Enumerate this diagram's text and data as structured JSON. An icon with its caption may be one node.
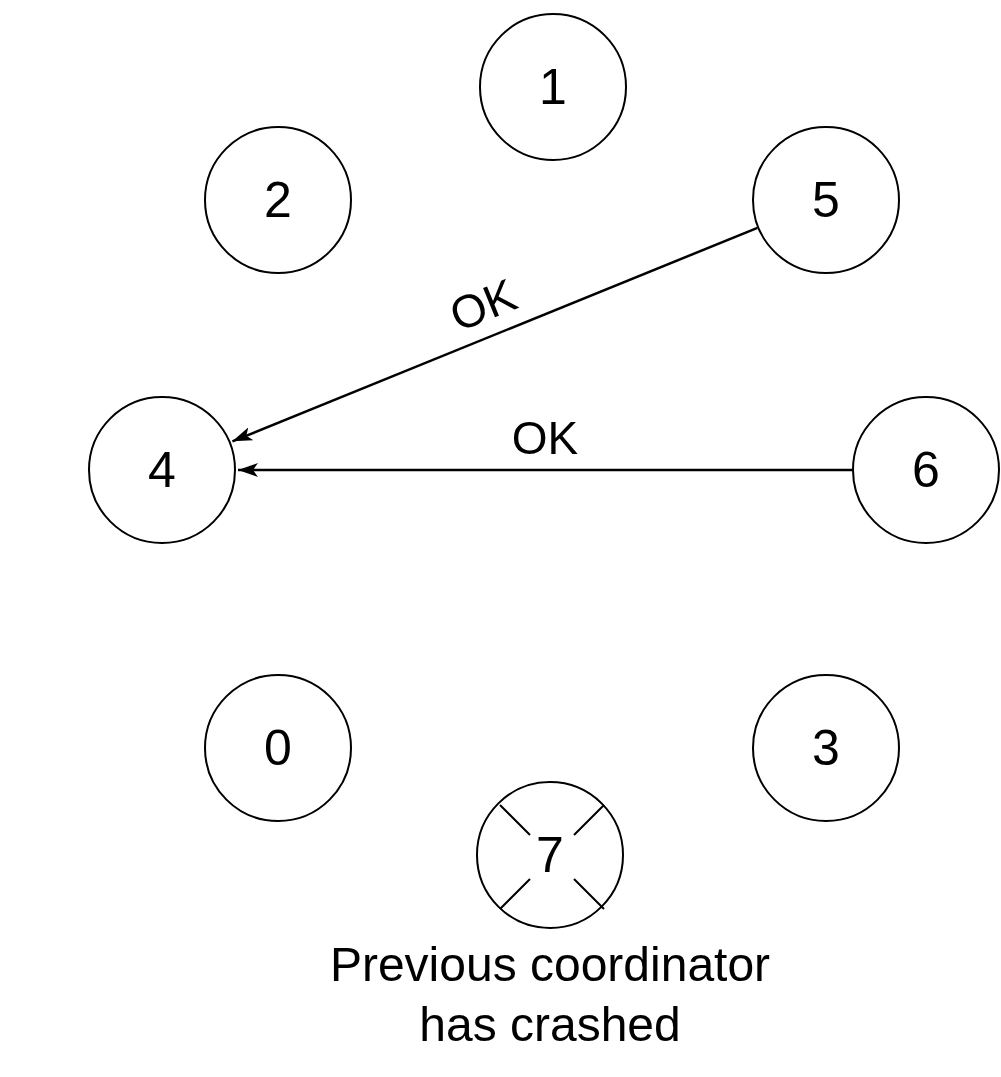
{
  "diagram": {
    "nodes": [
      {
        "text": [
          "1"
        ]
      },
      {
        "text": [
          "2"
        ]
      },
      {
        "text": [
          "5"
        ]
      },
      {
        "text": [
          "4"
        ]
      },
      {
        "text": [
          "6"
        ]
      },
      {
        "text": [
          "0"
        ]
      },
      {
        "text": [
          "3"
        ]
      },
      {
        "text": [
          "7"
        ],
        "beside": [
          "Previous coordinator has crashed"
        ]
      }
    ],
    "edges": [
      {
        "from": 2,
        "to": 3,
        "label": "OK",
        "arrow": "to"
      },
      {
        "from": 4,
        "to": 3,
        "label": "OK",
        "arrow": "to"
      }
    ]
  }
}
